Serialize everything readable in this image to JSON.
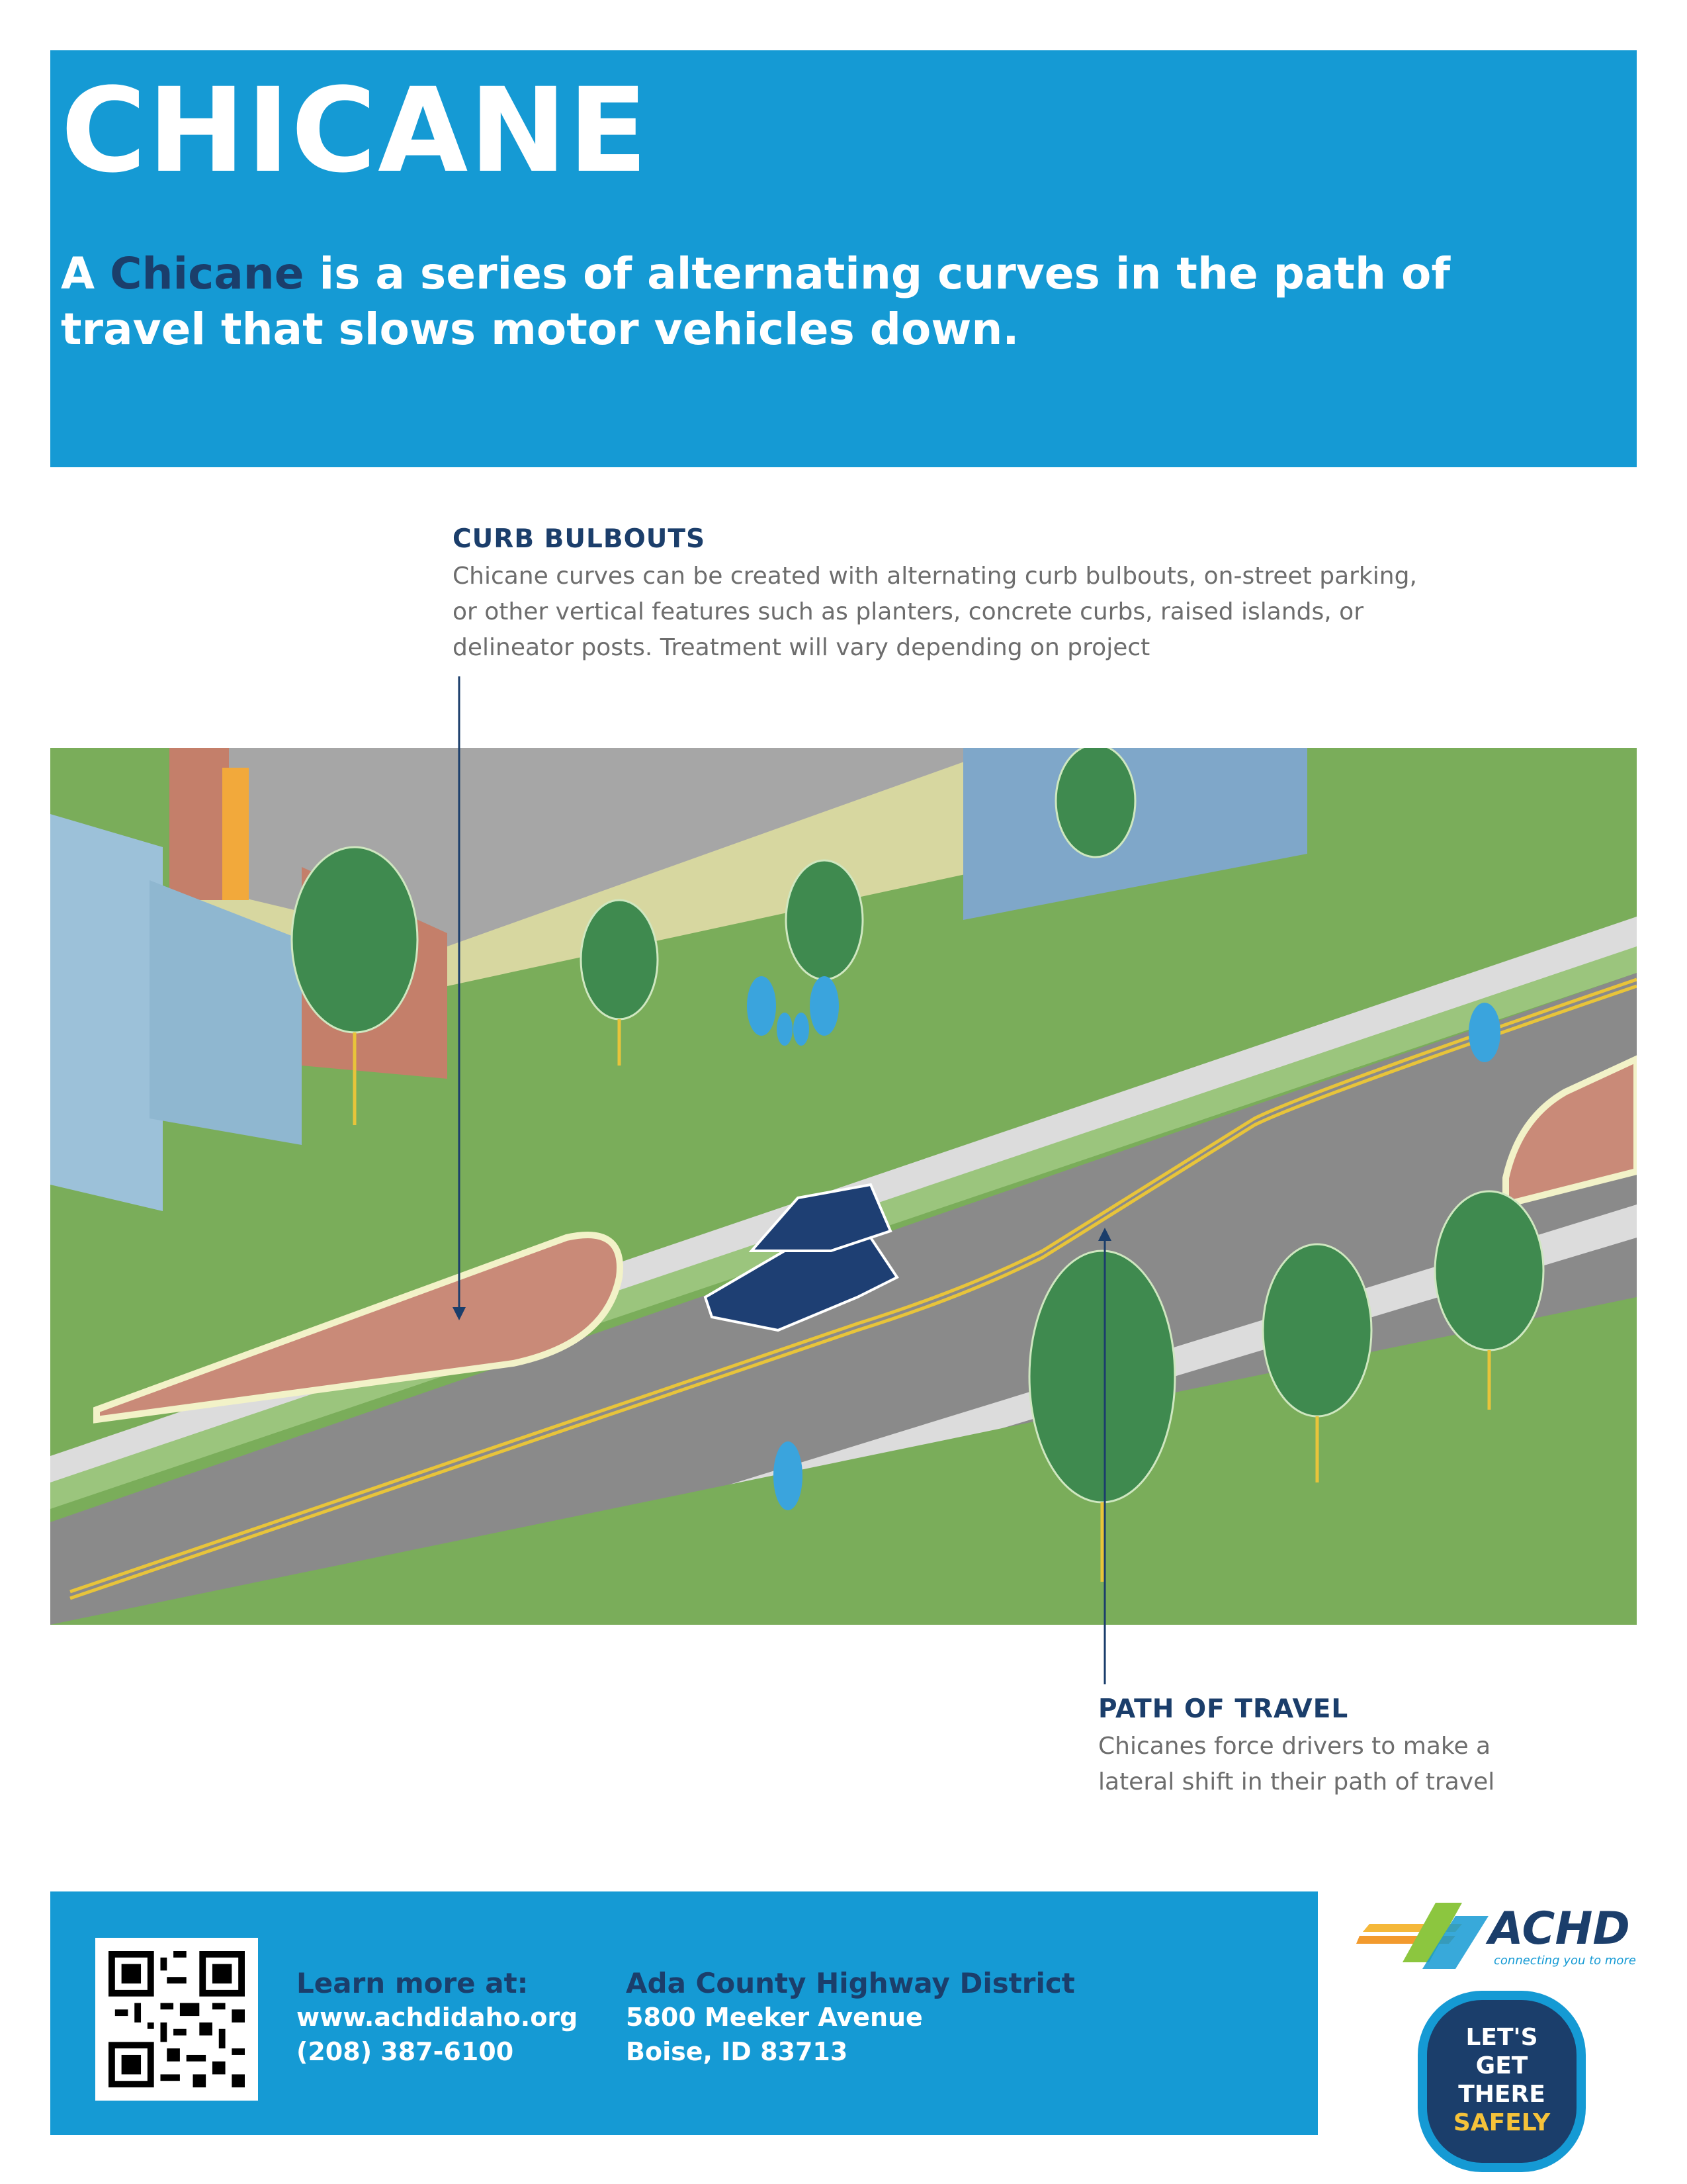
{
  "header": {
    "title": "CHICANE",
    "subtitle_pre": "A ",
    "subtitle_highlight": "Chicane",
    "subtitle_post": " is a series of alternating curves in the path of travel that slows motor vehicles down."
  },
  "callouts": {
    "curb_bulbouts": {
      "title": "CURB BULBOUTS",
      "body": "Chicane curves can be created with alternating curb bulbouts, on-street parking, or other vertical features  such as planters, concrete curbs, raised islands, or delineator posts. Treatment will vary depending on project"
    },
    "path_of_travel": {
      "title": "PATH OF TRAVEL",
      "body": "Chicanes force drivers to make a lateral shift in their path of travel"
    }
  },
  "footer": {
    "learn_title": "Learn more at:",
    "website": "www.achdidaho.org",
    "phone": "(208) 387-6100",
    "org_name": "Ada County Highway District",
    "address_line1": "5800 Meeker Avenue",
    "address_line2": "Boise, ID 83713"
  },
  "logos": {
    "achd_text": "ACHD",
    "achd_tagline": "connecting you to more",
    "badge_lines": [
      "LET'S",
      "GET",
      "THERE",
      "SAFELY"
    ]
  },
  "colors": {
    "brand_blue": "#159ad4",
    "navy": "#1b3e6b",
    "grass": "#7aad5a",
    "road": "#8a8a8a",
    "bulbout": "#c98a78"
  }
}
